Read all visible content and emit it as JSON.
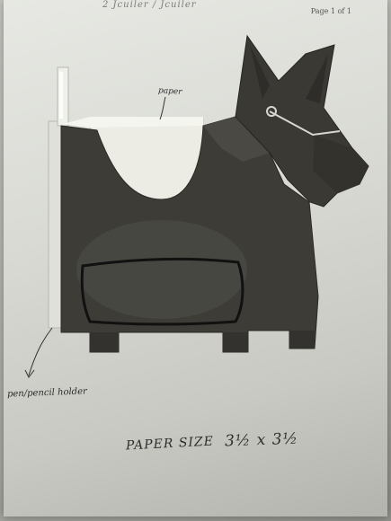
{
  "page_number": "Page 1 of 1",
  "scribble_top": "2 Jcuiler / Jcuiler",
  "annotations": {
    "paper": "paper",
    "pen_pencil_holder": "pen/pencil holder",
    "paper_size_label": "PAPER SIZE",
    "paper_size_value": "3½ x 3½"
  },
  "colors": {
    "body": "#3d3c37",
    "paper": "#eeeee6",
    "holder": "#dfe0da"
  }
}
